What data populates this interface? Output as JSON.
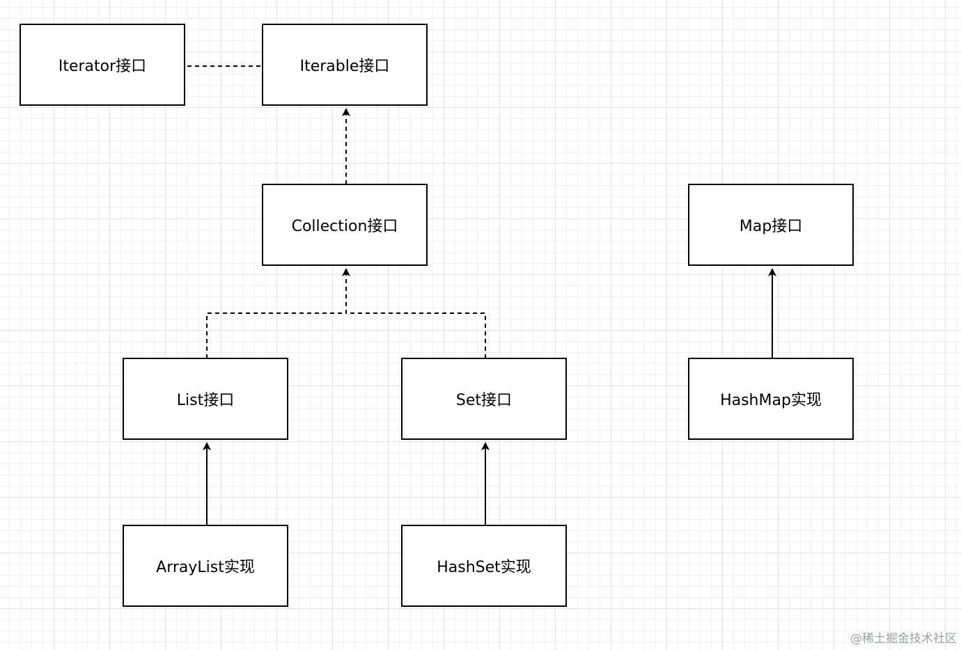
{
  "diagram": {
    "nodes": {
      "iterator": "Iterator接口",
      "iterable": "Iterable接口",
      "collection": "Collection接口",
      "map": "Map接口",
      "list": "List接口",
      "set": "Set接口",
      "hashmap": "HashMap实现",
      "arraylist": "ArrayList实现",
      "hashset": "HashSet实现"
    },
    "edges": [
      {
        "from": "iterator",
        "to": "iterable",
        "style": "dashed",
        "arrow": "none"
      },
      {
        "from": "collection",
        "to": "iterable",
        "style": "dashed",
        "arrow": "end"
      },
      {
        "from": "list",
        "to": "collection",
        "style": "dashed",
        "arrow": "end"
      },
      {
        "from": "set",
        "to": "collection",
        "style": "dashed",
        "arrow": "end"
      },
      {
        "from": "hashmap",
        "to": "map",
        "style": "solid",
        "arrow": "end"
      },
      {
        "from": "arraylist",
        "to": "list",
        "style": "solid",
        "arrow": "end"
      },
      {
        "from": "hashset",
        "to": "set",
        "style": "solid",
        "arrow": "end"
      }
    ]
  },
  "watermark": "@稀土掘金技术社区",
  "colors": {
    "stroke": "#000000",
    "grid_major": "#e2e2e2",
    "grid_minor": "#f2f2f2",
    "watermark": "#9aa0a8"
  }
}
